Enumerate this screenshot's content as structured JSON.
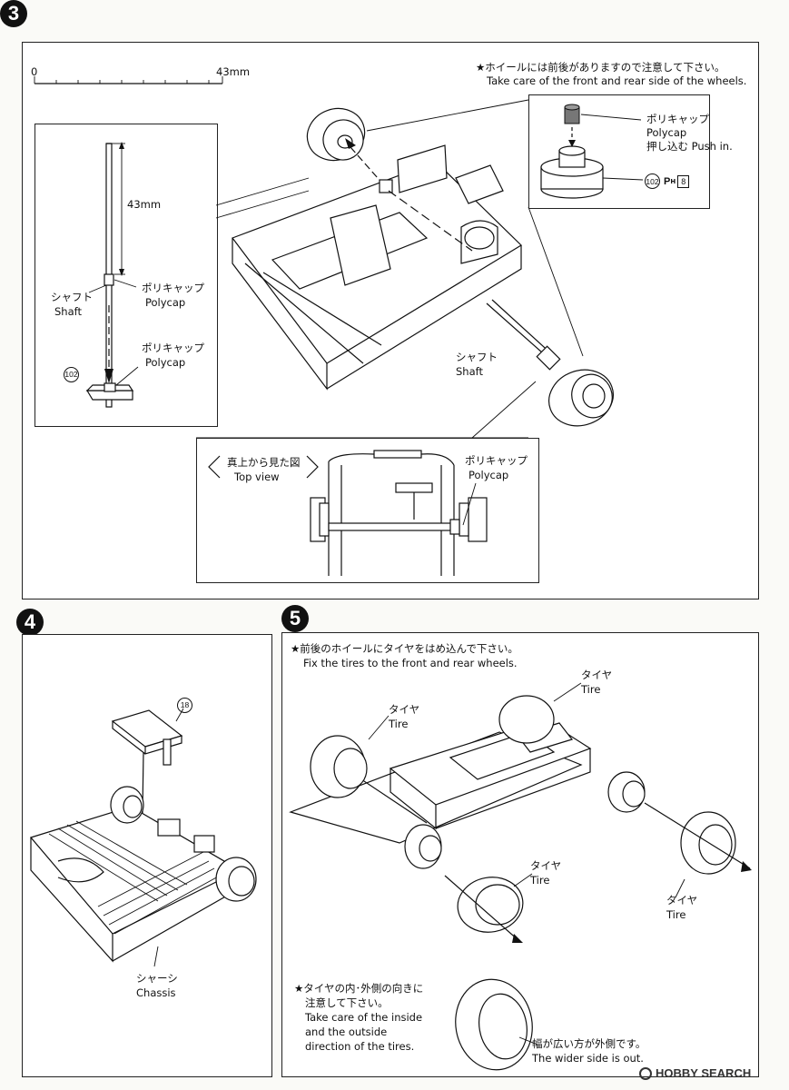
{
  "step3": {
    "number": "3",
    "scale": {
      "start": "0",
      "end": "43mm"
    },
    "note_jp": "★ホイールには前後がありますので注意して下さい。",
    "note_en": "Take care of the front and rear side of the wheels.",
    "inset_left": {
      "length": "43mm",
      "shaft_jp": "シャフト",
      "shaft_en": "Shaft",
      "polycap1_jp": "ポリキャップ",
      "polycap1_en": "Polycap",
      "polycap2_jp": "ポリキャップ",
      "polycap2_en": "Polycap",
      "part_no": "102"
    },
    "inset_right": {
      "polycap_jp": "ポリキャップ",
      "polycap_en": "Polycap",
      "push_jp": "押し込む",
      "push_en": "Push in.",
      "part_no": "102",
      "tree": "P",
      "tree_sub": "H",
      "tree_count": "8"
    },
    "shaft_jp": "シャフト",
    "shaft_en": "Shaft",
    "topview": {
      "title_jp": "真上から見た図",
      "title_en": "Top view",
      "polycap_jp": "ポリキャップ",
      "polycap_en": "Polycap"
    }
  },
  "step4": {
    "number": "4",
    "part_no": "18",
    "chassis_jp": "シャーシ",
    "chassis_en": "Chassis"
  },
  "step5": {
    "number": "5",
    "note_jp": "★前後のホイールにタイヤをはめ込んで下さい。",
    "note_en": "Fix the tires to the front and rear wheels.",
    "tire_jp": "タイヤ",
    "tire_en": "Tire",
    "note2_jp_line1": "★タイヤの内･外側の向きに",
    "note2_jp_line2": "注意して下さい。",
    "note2_en_line1": "Take care of the inside",
    "note2_en_line2": "and the outside",
    "note2_en_line3": "direction of the tires.",
    "wide_jp": "幅が広い方が外側です。",
    "wide_en": "The wider side is out."
  },
  "watermark": {
    "brand": "HOBBY SEARCH"
  }
}
